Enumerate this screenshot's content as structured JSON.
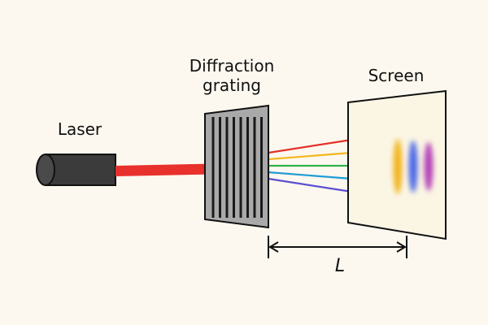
{
  "labels": {
    "laser": "Laser",
    "grating_line1": "Diffraction",
    "grating_line2": "grating",
    "screen": "Screen",
    "distance": "L"
  },
  "colors": {
    "background": "#fcf8ef",
    "laser_body": "#3b3b3b",
    "laser_beam": "#e8302c",
    "grating_fill": "#a9a9a9",
    "grating_slit": "#1a1a1a",
    "screen_fill": "#fbf6e4",
    "outline": "#111111"
  },
  "diffracted_beams": [
    {
      "color": "#e4312b"
    },
    {
      "color": "#f4b81c"
    },
    {
      "color": "#2fb24a"
    },
    {
      "color": "#1f9bd6"
    },
    {
      "color": "#5a4fd0"
    }
  ],
  "screen_spots": [
    {
      "color": "#f2b31d"
    },
    {
      "color": "#4b67e6"
    },
    {
      "color": "#b340b8"
    }
  ]
}
